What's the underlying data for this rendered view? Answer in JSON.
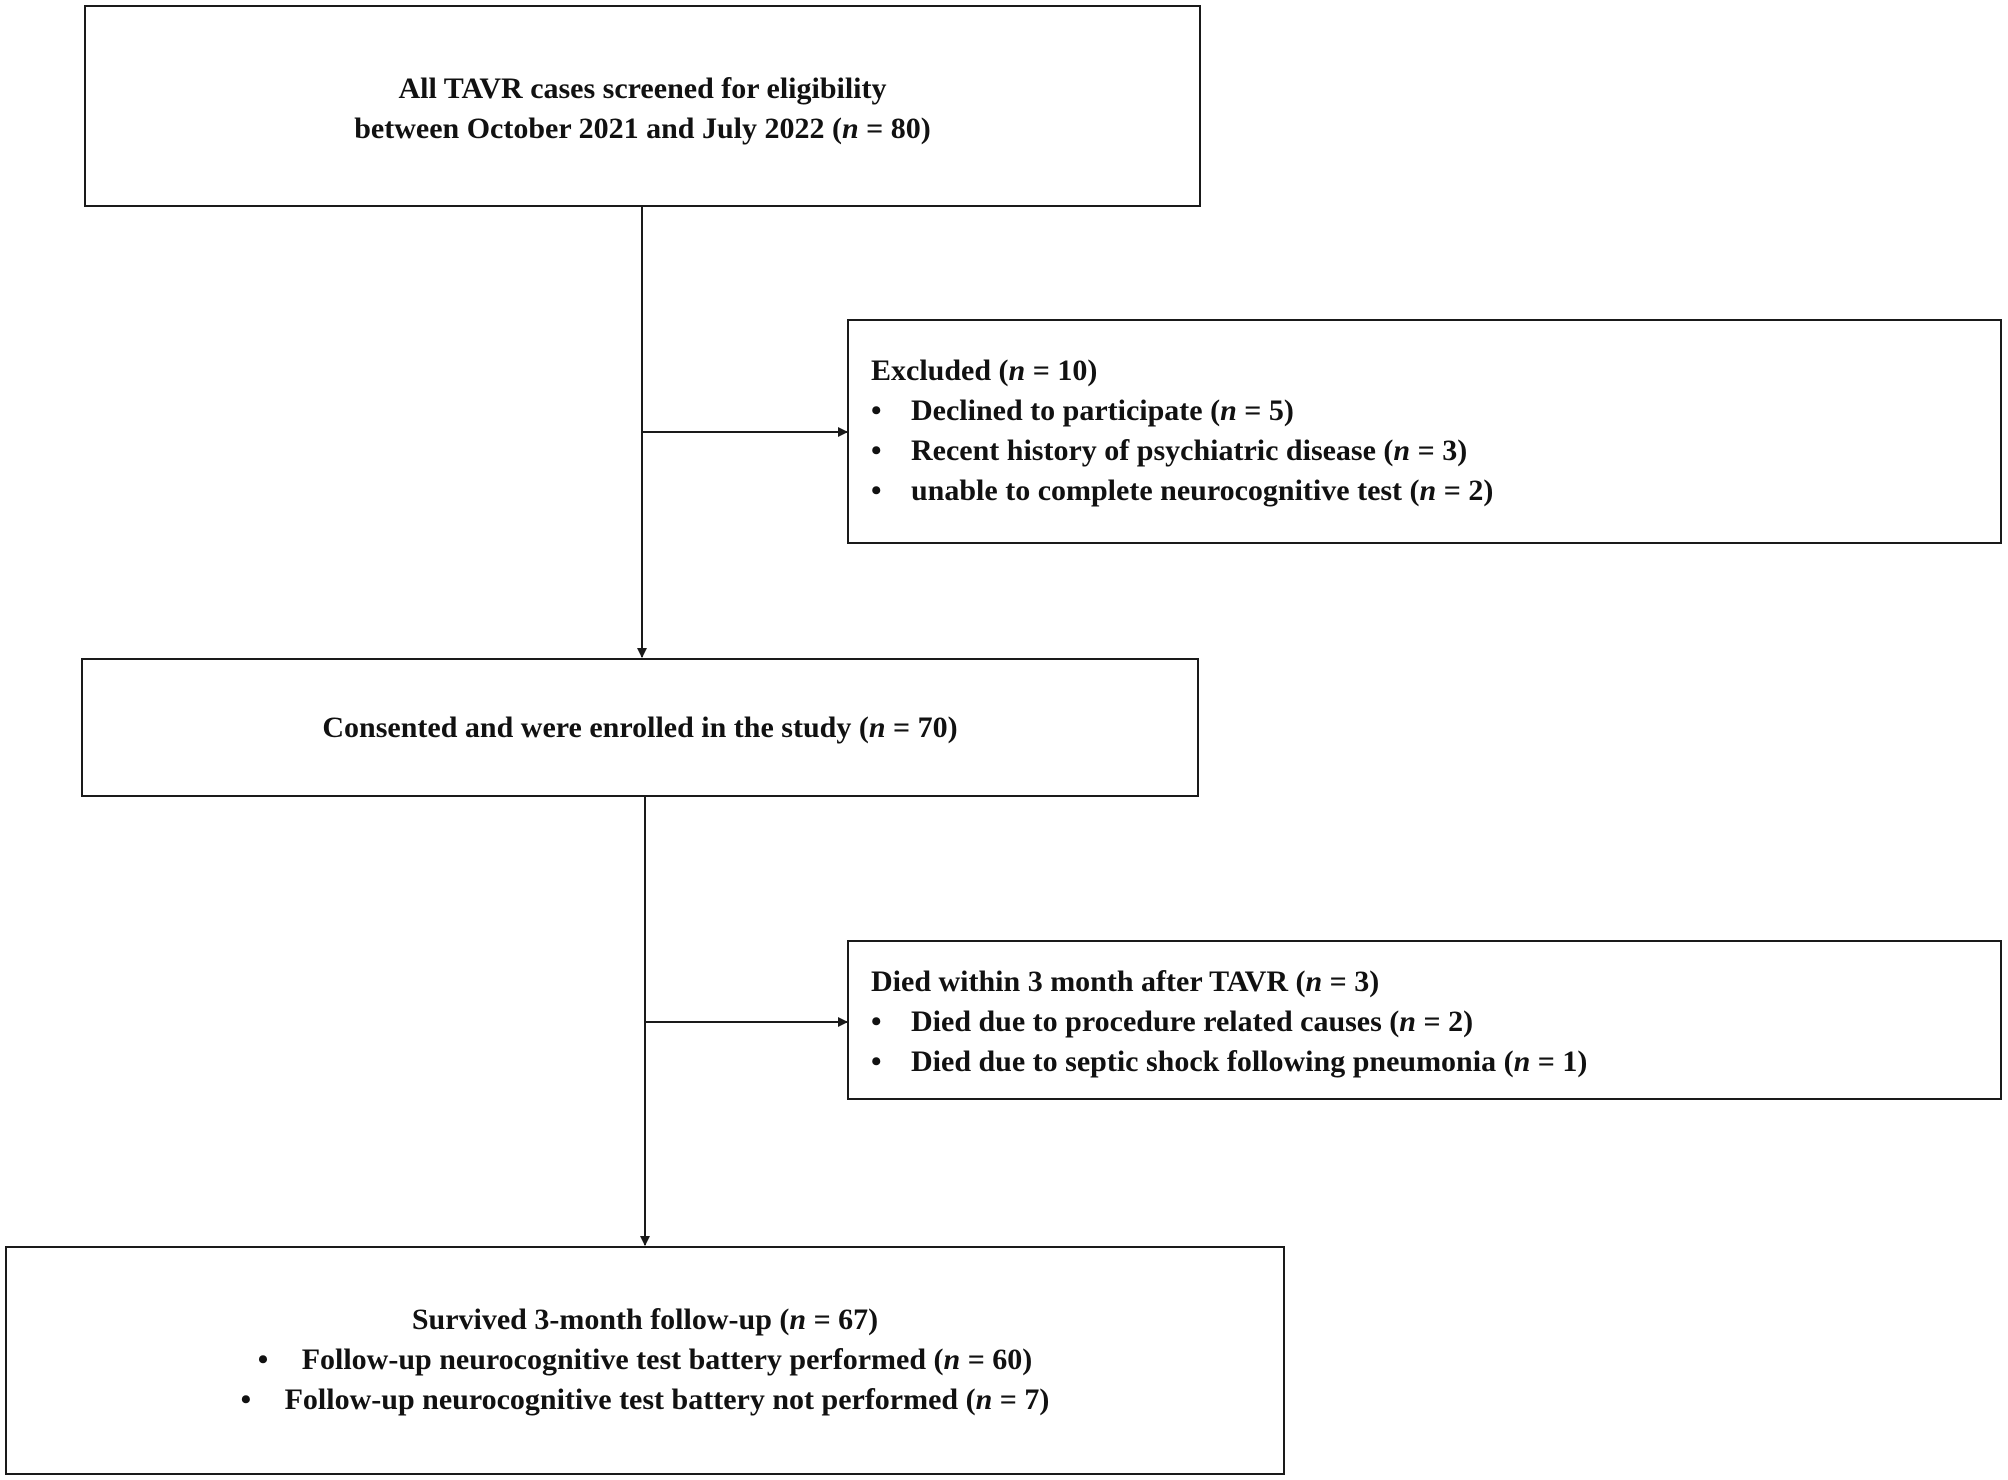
{
  "boxes": {
    "screened": {
      "line1": "All TAVR cases screened for eligibility",
      "line2_prefix": "between October 2021 and July 2022 (",
      "n_label": "n",
      "line2_suffix": " = 80)"
    },
    "excluded": {
      "title_prefix": "Excluded (",
      "n_label": "n",
      "title_suffix": " = 10)",
      "items": [
        {
          "prefix": "Declined to participate (",
          "n": "n",
          "suffix": " = 5)"
        },
        {
          "prefix": "Recent history of psychiatric disease (",
          "n": "n",
          "suffix": " = 3)"
        },
        {
          "prefix": "unable to complete neurocognitive test  (",
          "n": "n",
          "suffix": " = 2)"
        }
      ]
    },
    "enrolled": {
      "prefix": "Consented and were enrolled in the study (",
      "n_label": "n",
      "suffix": " = 70)"
    },
    "died": {
      "title_prefix": "Died within 3 month after TAVR (",
      "n_label": "n",
      "title_suffix": " = 3)",
      "items": [
        {
          "prefix": "Died due to procedure related causes (",
          "n": "n",
          "suffix": " = 2)"
        },
        {
          "prefix": "Died due to septic shock following pneumonia (",
          "n": "n",
          "suffix": " = 1)"
        }
      ]
    },
    "survived": {
      "title_prefix": "Survived 3-month follow-up (",
      "n_label": "n",
      "title_suffix": " = 67)",
      "items": [
        {
          "prefix": "Follow-up neurocognitive test battery performed (",
          "n": "n",
          "suffix": " = 60)"
        },
        {
          "prefix": "Follow-up neurocognitive test battery not performed (",
          "n": "n",
          "suffix": " = 7)"
        }
      ]
    }
  }
}
